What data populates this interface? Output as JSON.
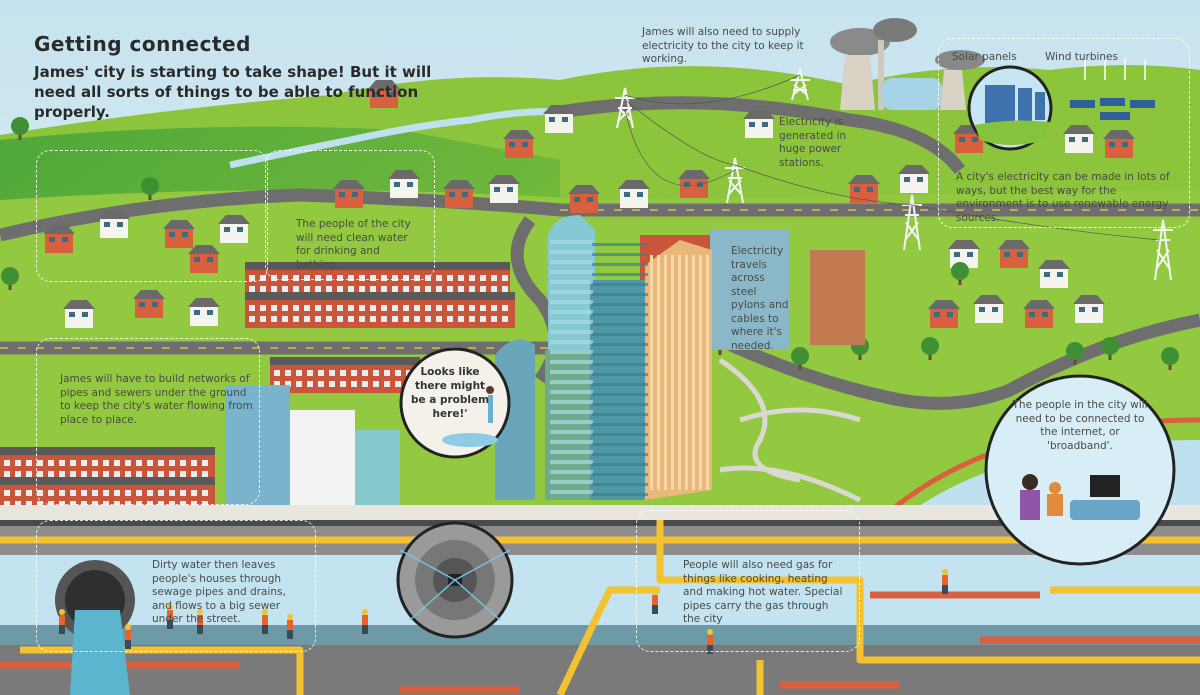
{
  "page": {
    "title": "Getting connected",
    "intro": "James' city is starting to take shape! But it will need all sorts of things to be able to function properly."
  },
  "captions": {
    "electricity_supply": "James will also need to supply electricity to the city to keep it working.",
    "power_stations": "Electricity is generated in huge power stations.",
    "solar_label": "Solar panels",
    "wind_label": "Wind turbines",
    "renewable": "A city's electricity can be made in lots of ways, but the best way for the environment is to use renewable energy sources.",
    "clean_water": "The people of the city will need clean water for drinking and bathing.",
    "pylons": "Electricity travels across steel pylons and cables to where it's needed.",
    "pipes_networks": "James will have to build networks of pipes and sewers under the ground to keep the city's water flowing from place to place.",
    "speech_bubble": "Looks like there might be a problem here!'",
    "broadband": "The people in the city will need to be connected to the internet, or 'broadband'.",
    "sewage": "Dirty water then leaves people's houses through sewage pipes and drains, and flows to a big sewer under the street.",
    "gas": "People will also need gas for things like cooking, heating and making hot water. Special pipes carry the gas through the city"
  },
  "colors": {
    "sky": "#d4e9f1",
    "grass": "#8cc43c",
    "grass_dark": "#5aa53a",
    "road": "#6e6e6e",
    "brick": "#c9553a",
    "gas_pipe": "#f2c230",
    "water_pipe": "#c0e2f1",
    "red_pipe": "#d8603f",
    "glass": "#7fc0cc"
  }
}
